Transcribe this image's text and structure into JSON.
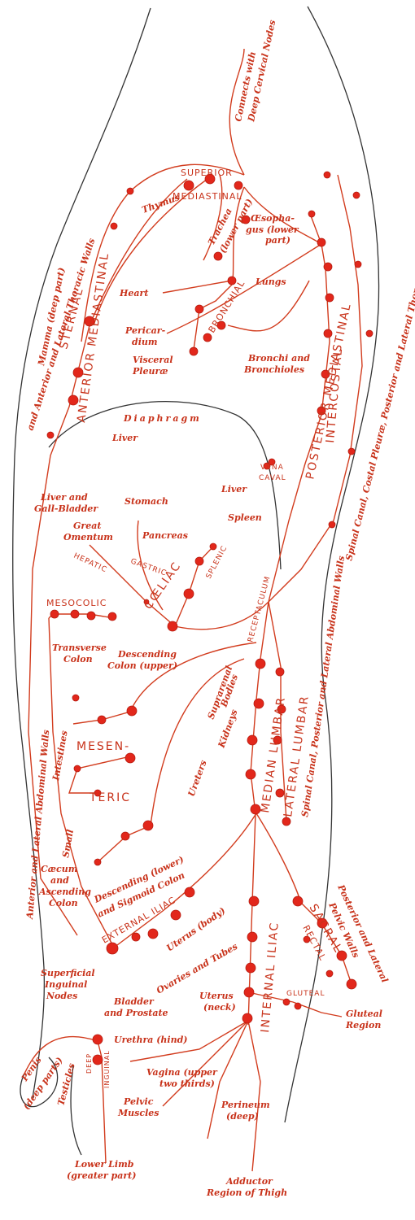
{
  "colors": {
    "vessel": "#d23c1e",
    "node": "#e2271b",
    "outline": "#333333"
  },
  "labels": {
    "connects": "Connects with",
    "deep_cervical": "Deep Cervical Nodes",
    "superior": "SUPERIOR",
    "mediastinal_sup": "MEDIASTINAL",
    "thymus": "Thymus",
    "esophagus1": "Œsopha-",
    "esophagus2": "gus (lower",
    "esophagus3": "part)",
    "trachea1": "Trachea",
    "trachea2": "(lower part)",
    "heart": "Heart",
    "lungs": "Lungs",
    "bronchial": "BRONCHIAL",
    "pericardium1": "Pericar-",
    "pericardium2": "dium",
    "visceral1": "Visceral",
    "visceral2": "Pleuræ",
    "bronchi1": "Bronchi and",
    "bronchi2": "Bronchioles",
    "mamma1": "Mamma (deep part)",
    "mamma2": "and Anterior and Lateral Thoracic Walls",
    "sternal": "STERNAL",
    "anterior_mediastinal": "ANTERIOR MEDIASTINAL",
    "posterior_mediastinal": "POSTERIOR MEDIASTINAL",
    "intercostal": "INTERCOSTAL",
    "spinal_thoracic": "Spinal Canal, Costal Pleuræ, Posterior and Lateral Thoracic Walls",
    "diaphragm": "Diaphragm",
    "liver": "Liver",
    "liver2": "Liver",
    "vena1": "VENA",
    "vena2": "CAVAL",
    "liver_gb1": "Liver and",
    "liver_gb2": "Gall-Bladder",
    "stomach": "Stomach",
    "great_om1": "Great",
    "great_om2": "Omentum",
    "pancreas": "Pancreas",
    "spleen": "Spleen",
    "hepatic": "HEPATIC",
    "gastric": "GASTRIC",
    "splenic": "SPLENIC",
    "celiac": "CŒLIAC",
    "receptaculum": "RECEPTACULUM",
    "mesocolic": "MESOCOLIC",
    "transverse1": "Transverse",
    "transverse2": "Colon",
    "descending1": "Descending",
    "descending2": "Colon (upper)",
    "suprarenal1": "Suprarenal",
    "suprarenal2": "Bodies",
    "kidneys": "Kidneys",
    "mesen": "MESEN-",
    "teric": "TERIC",
    "intestines": "Intestines",
    "small": "Small",
    "ureters": "Ureters",
    "median_lumbar": "MEDIAN LUMBAR",
    "lateral_lumbar": "LATERAL LUMBAR",
    "spinal_abdominal": "Spinal Canal, Posterior and Lateral Abdominal Walls",
    "abdominal_walls": "Anterior and Lateral Abdominal Walls",
    "caecum1": "Cæcum",
    "caecum2": "and",
    "caecum3": "Ascending",
    "caecum4": "Colon",
    "descending_lower1": "Descending (lower)",
    "descending_lower2": "and Sigmoid Colon",
    "external_iliac": "EXTERNAL ILIAC",
    "uterus_body": "Uterus (body)",
    "internal_iliac": "INTERNAL ILIAC",
    "sacral": "SACRAL",
    "rectal": "RECTAL",
    "pelvic1": "Posterior and Lateral",
    "pelvic2": "Pelvic Walls",
    "ovaries": "Ovaries and Tubes",
    "superficial1": "Superficial",
    "superficial2": "Inguinal",
    "superficial3": "Nodes",
    "bladder1": "Bladder",
    "bladder2": "and Prostate",
    "uterus_neck1": "Uterus",
    "uterus_neck2": "(neck)",
    "gluteal": "GLUTEAL",
    "gluteal_region1": "Gluteal",
    "gluteal_region2": "Region",
    "deep": "DEEP",
    "inguinal": "INGUINAL",
    "urethra": "Urethra (hind)",
    "penis1": "Penis",
    "penis2": "(deep parts)",
    "testicles": "Testicles",
    "vagina1": "Vagina (upper",
    "vagina2": "two thirds)",
    "pelvic_muscles1": "Pelvic",
    "pelvic_muscles2": "Muscles",
    "perineum1": "Perineum",
    "perineum2": "(deep)",
    "lower_limb1": "Lower Limb",
    "lower_limb2": "(greater part)",
    "adductor1": "Adductor",
    "adductor2": "Region of Thigh"
  }
}
